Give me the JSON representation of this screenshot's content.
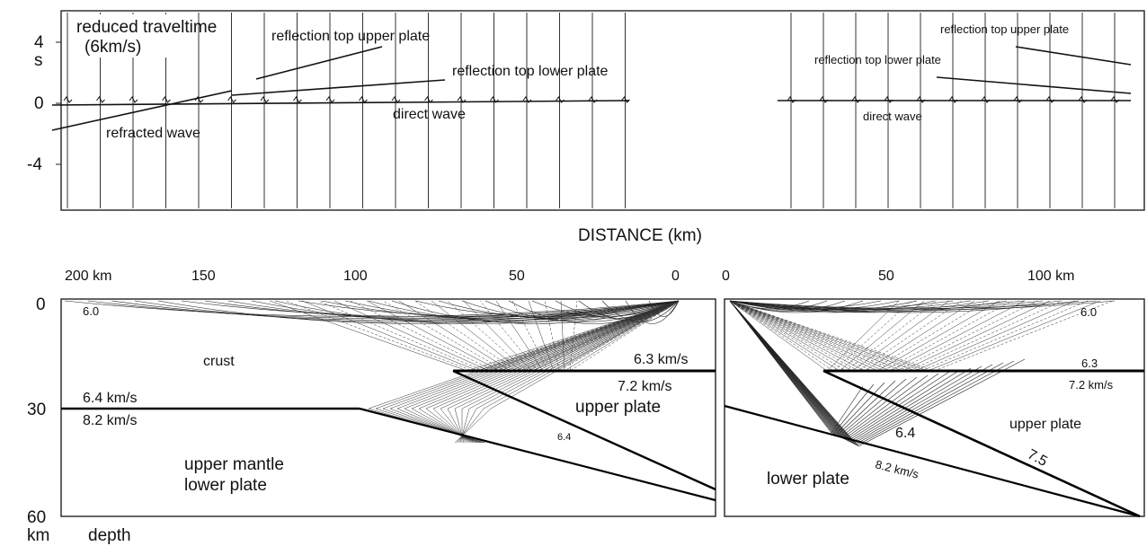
{
  "top_panel": {
    "y_ticks": [
      "4",
      "0",
      "-4"
    ],
    "y_unit": "s",
    "left_labels": {
      "title_line1": "reduced traveltime",
      "title_line2": "(6km/s)",
      "refl_upper": "reflection top upper plate",
      "refl_lower": "reflection top lower plate",
      "direct": "direct wave",
      "refracted": "refracted wave"
    },
    "right_labels": {
      "refl_upper": "reflection top upper plate",
      "refl_lower": "reflection top lower plate",
      "direct": "direct wave"
    }
  },
  "distance_label": "DISTANCE (km)",
  "bottom_left": {
    "x_ticks": [
      "200 km",
      "150",
      "100",
      "50",
      "0"
    ],
    "y_ticks": [
      "0",
      "30",
      "60"
    ],
    "y_unit": "km",
    "depth_label": "depth",
    "labels": {
      "v_top": "6.0",
      "crust": "crust",
      "v_63": "6.3 km/s",
      "v_72": "7.2 km/s",
      "upper_plate": "upper plate",
      "v_64_small": "6.4",
      "v_64": "6.4 km/s",
      "v_82": "8.2 km/s",
      "mantle1": "upper mantle",
      "mantle2": "lower plate"
    }
  },
  "bottom_right": {
    "x_ticks": [
      "0",
      "50",
      "100 km"
    ],
    "labels": {
      "v_top": "6.0",
      "v_63": "6.3",
      "v_72": "7.2 km/s",
      "upper_plate": "upper plate",
      "v_64": "6.4",
      "v_82": "8.2 km/s",
      "v_75": "7.5",
      "lower_plate": "lower plate"
    }
  }
}
